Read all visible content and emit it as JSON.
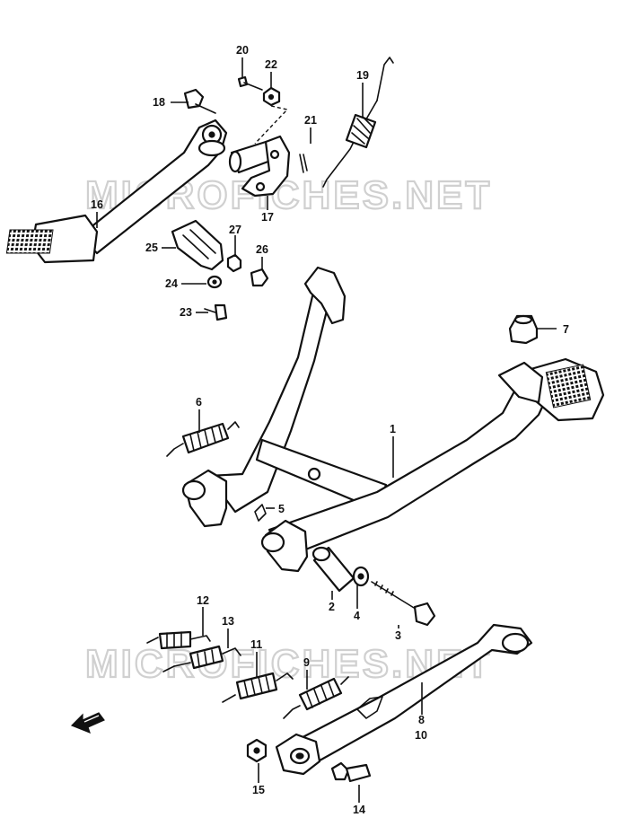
{
  "watermark": {
    "text": "MICROFICHES.NET"
  },
  "callouts": {
    "c1": "1",
    "c2": "2",
    "c3": "3",
    "c4": "4",
    "c5": "5",
    "c6": "6",
    "c7": "7",
    "c8": "8",
    "c10": "10",
    "c9": "9",
    "c11": "11",
    "c12": "12",
    "c13": "13",
    "c14": "14",
    "c15": "15",
    "c16": "16",
    "c17": "17",
    "c18": "18",
    "c19": "19",
    "c20": "20",
    "c21": "21",
    "c22": "22",
    "c23": "23",
    "c24": "24",
    "c25": "25",
    "c26": "26",
    "c27": "27"
  },
  "icons": {
    "front_arrow": "arrow-left-icon"
  }
}
